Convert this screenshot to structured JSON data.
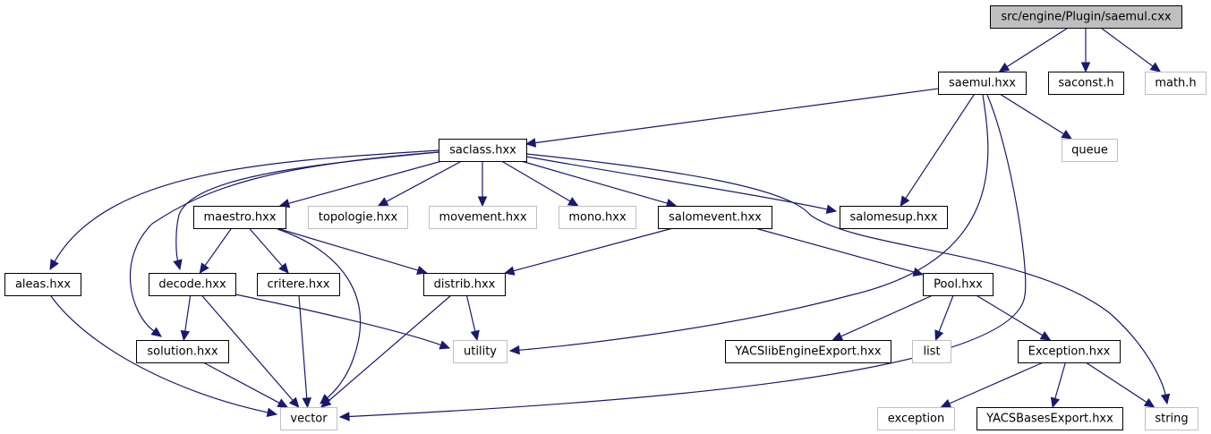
{
  "title": "src/engine/Plugin/saemul.cxx include dependency graph",
  "colors": {
    "edge": "#191970",
    "root_fill": "#bfbfbf",
    "internal_border": "#000000",
    "external_border": "#bfbfbf"
  },
  "nodes": [
    {
      "id": "saemul_cxx",
      "label": "src/engine/Plugin/saemul.cxx",
      "kind": "root"
    },
    {
      "id": "saemul_hxx",
      "label": "saemul.hxx",
      "kind": "internal"
    },
    {
      "id": "saconst_h",
      "label": "saconst.h",
      "kind": "internal"
    },
    {
      "id": "math_h",
      "label": "math.h",
      "kind": "external"
    },
    {
      "id": "saclass_hxx",
      "label": "saclass.hxx",
      "kind": "internal"
    },
    {
      "id": "queue",
      "label": "queue",
      "kind": "external"
    },
    {
      "id": "maestro_hxx",
      "label": "maestro.hxx",
      "kind": "internal"
    },
    {
      "id": "topologie_hxx",
      "label": "topologie.hxx",
      "kind": "external"
    },
    {
      "id": "movement_hxx",
      "label": "movement.hxx",
      "kind": "external"
    },
    {
      "id": "mono_hxx",
      "label": "mono.hxx",
      "kind": "external"
    },
    {
      "id": "salomevent_hxx",
      "label": "salomevent.hxx",
      "kind": "internal"
    },
    {
      "id": "salomesup_hxx",
      "label": "salomesup.hxx",
      "kind": "internal"
    },
    {
      "id": "aleas_hxx",
      "label": "aleas.hxx",
      "kind": "internal"
    },
    {
      "id": "decode_hxx",
      "label": "decode.hxx",
      "kind": "internal"
    },
    {
      "id": "critere_hxx",
      "label": "critere.hxx",
      "kind": "internal"
    },
    {
      "id": "distrib_hxx",
      "label": "distrib.hxx",
      "kind": "internal"
    },
    {
      "id": "pool_hxx",
      "label": "Pool.hxx",
      "kind": "internal"
    },
    {
      "id": "solution_hxx",
      "label": "solution.hxx",
      "kind": "internal"
    },
    {
      "id": "utility",
      "label": "utility",
      "kind": "external"
    },
    {
      "id": "yacslib_hxx",
      "label": "YACSlibEngineExport.hxx",
      "kind": "internal"
    },
    {
      "id": "list",
      "label": "list",
      "kind": "external"
    },
    {
      "id": "exception_hxx",
      "label": "Exception.hxx",
      "kind": "internal"
    },
    {
      "id": "vector",
      "label": "vector",
      "kind": "external"
    },
    {
      "id": "exception",
      "label": "exception",
      "kind": "external"
    },
    {
      "id": "yacsbases_hxx",
      "label": "YACSBasesExport.hxx",
      "kind": "internal"
    },
    {
      "id": "string",
      "label": "string",
      "kind": "external"
    }
  ],
  "edges": [
    {
      "from": "saemul_cxx",
      "to": "saemul_hxx"
    },
    {
      "from": "saemul_cxx",
      "to": "saconst_h"
    },
    {
      "from": "saemul_cxx",
      "to": "math_h"
    },
    {
      "from": "saemul_hxx",
      "to": "saclass_hxx"
    },
    {
      "from": "saemul_hxx",
      "to": "queue"
    },
    {
      "from": "saemul_hxx",
      "to": "salomesup_hxx"
    },
    {
      "from": "saemul_hxx",
      "to": "utility"
    },
    {
      "from": "saemul_hxx",
      "to": "vector"
    },
    {
      "from": "saclass_hxx",
      "to": "maestro_hxx"
    },
    {
      "from": "saclass_hxx",
      "to": "topologie_hxx"
    },
    {
      "from": "saclass_hxx",
      "to": "movement_hxx"
    },
    {
      "from": "saclass_hxx",
      "to": "mono_hxx"
    },
    {
      "from": "saclass_hxx",
      "to": "salomevent_hxx"
    },
    {
      "from": "saclass_hxx",
      "to": "salomesup_hxx"
    },
    {
      "from": "saclass_hxx",
      "to": "aleas_hxx"
    },
    {
      "from": "saclass_hxx",
      "to": "decode_hxx"
    },
    {
      "from": "saclass_hxx",
      "to": "solution_hxx"
    },
    {
      "from": "saclass_hxx",
      "to": "string"
    },
    {
      "from": "maestro_hxx",
      "to": "decode_hxx"
    },
    {
      "from": "maestro_hxx",
      "to": "critere_hxx"
    },
    {
      "from": "maestro_hxx",
      "to": "distrib_hxx"
    },
    {
      "from": "maestro_hxx",
      "to": "vector"
    },
    {
      "from": "salomevent_hxx",
      "to": "distrib_hxx"
    },
    {
      "from": "salomevent_hxx",
      "to": "pool_hxx"
    },
    {
      "from": "aleas_hxx",
      "to": "vector"
    },
    {
      "from": "decode_hxx",
      "to": "solution_hxx"
    },
    {
      "from": "decode_hxx",
      "to": "utility"
    },
    {
      "from": "decode_hxx",
      "to": "vector"
    },
    {
      "from": "critere_hxx",
      "to": "vector"
    },
    {
      "from": "distrib_hxx",
      "to": "utility"
    },
    {
      "from": "distrib_hxx",
      "to": "vector"
    },
    {
      "from": "solution_hxx",
      "to": "vector"
    },
    {
      "from": "pool_hxx",
      "to": "yacslib_hxx"
    },
    {
      "from": "pool_hxx",
      "to": "list"
    },
    {
      "from": "pool_hxx",
      "to": "exception_hxx"
    },
    {
      "from": "exception_hxx",
      "to": "exception"
    },
    {
      "from": "exception_hxx",
      "to": "yacsbases_hxx"
    },
    {
      "from": "exception_hxx",
      "to": "string"
    }
  ]
}
